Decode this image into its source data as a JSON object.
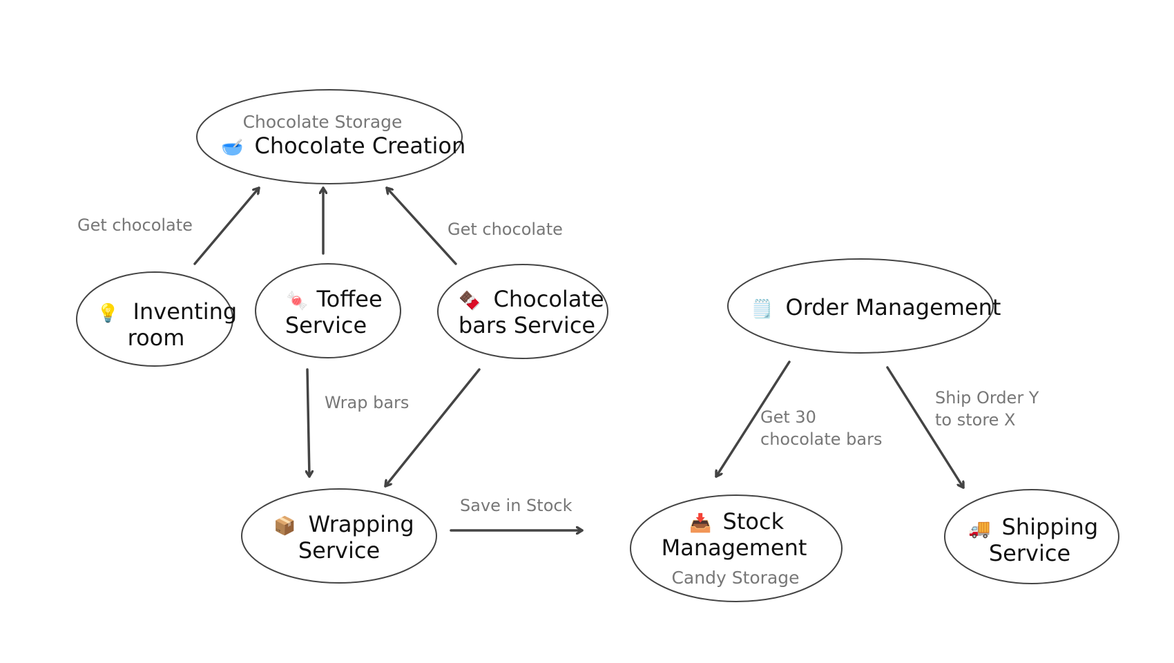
{
  "nodes": {
    "chocolate_creation": {
      "icon": "bowl-icon",
      "glyph": "🥣",
      "subtitle": "Chocolate Storage",
      "title": "Chocolate Creation"
    },
    "inventing_room": {
      "icon": "lightbulb-icon",
      "glyph": "💡",
      "title_line1": "Inventing",
      "title_line2": "room"
    },
    "toffee_service": {
      "icon": "candy-icon",
      "glyph": "🍬",
      "title_line1": "Toffee",
      "title_line2": "Service"
    },
    "chocolate_bars_service": {
      "icon": "chocolate-bar-icon",
      "glyph": "🍫",
      "title_line1": "Chocolate",
      "title_line2": "bars Service"
    },
    "order_management": {
      "icon": "notepad-icon",
      "glyph": "🗒️",
      "title": "Order Management"
    },
    "wrapping_service": {
      "icon": "package-icon",
      "glyph": "📦",
      "title_line1": "Wrapping",
      "title_line2": "Service"
    },
    "stock_management": {
      "icon": "inbox-tray-icon",
      "glyph": "📥",
      "title_line1": "Stock",
      "title_line2": "Management",
      "subtitle": "Candy Storage"
    },
    "shipping_service": {
      "icon": "delivery-truck-icon",
      "glyph": "🚚",
      "title_line1": "Shipping",
      "title_line2": "Service"
    }
  },
  "edges": {
    "inventing_to_creation": "Get chocolate",
    "chocobars_to_creation": "Get chocolate",
    "toffee_to_wrapping": "Wrap bars",
    "wrapping_to_stock": "Save in Stock",
    "order_to_stock_line1": "Get 30",
    "order_to_stock_line2": "chocolate bars",
    "order_to_shipping_line1": "Ship Order Y",
    "order_to_shipping_line2": "to store X"
  },
  "colors": {
    "stroke": "#444444",
    "label": "#777777",
    "text": "#111111",
    "background": "#ffffff"
  }
}
